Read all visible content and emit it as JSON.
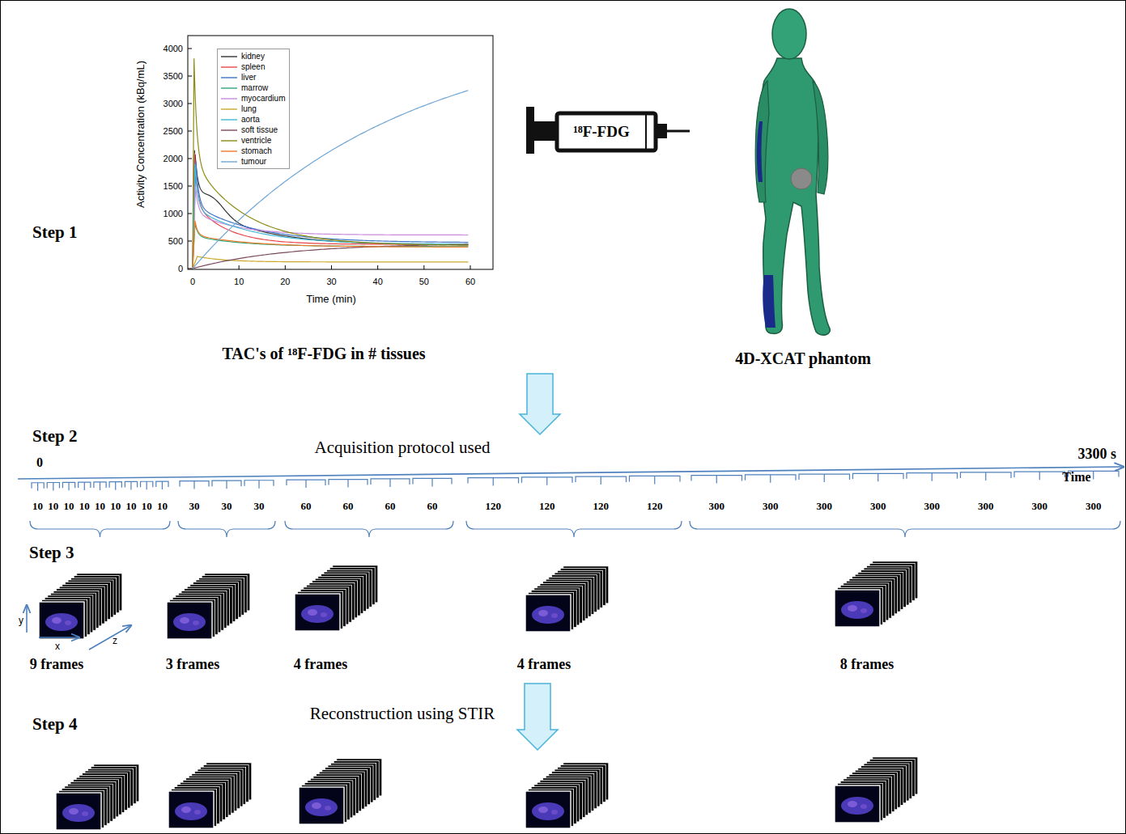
{
  "diagram": {
    "nodes": [
      {
        "text": [
          "¹⁸F-FDG"
        ]
      }
    ],
    "labels": [
      "Step 1",
      "Step 2",
      "Step 3",
      "Step 4",
      "TAC's of ¹⁸F-FDG in # tissues",
      "4D-XCAT phantom",
      "Acquisition protocol used",
      "0",
      "3300 s",
      "Time",
      "10",
      "10",
      "10",
      "10",
      "10",
      "10",
      "10",
      "10",
      "10",
      "30",
      "30",
      "30",
      "60",
      "60",
      "60",
      "60",
      "120",
      "120",
      "120",
      "120",
      "300",
      "300",
      "300",
      "300",
      "300",
      "300",
      "300",
      "300",
      "9 frames",
      "3 frames",
      "4 frames",
      "4 frames",
      "8 frames",
      "y",
      "x",
      "z",
      "Reconstruction using STIR",
      "Activity Concentration (kBq/mL)",
      "Time (min)",
      "0",
      "500",
      "1000",
      "1500",
      "2000",
      "2500",
      "3000",
      "3500",
      "4000",
      "0",
      "10",
      "20",
      "30",
      "40",
      "50",
      "60"
    ],
    "legend": [
      {
        "text": "kidney"
      },
      {
        "text": "spleen"
      },
      {
        "text": "liver"
      },
      {
        "text": "marrow"
      },
      {
        "text": "myocardium"
      },
      {
        "text": "lung"
      },
      {
        "text": "aorta"
      },
      {
        "text": "soft tissue"
      },
      {
        "text": "ventricle"
      },
      {
        "text": "stomach"
      },
      {
        "text": "tumour"
      }
    ]
  }
}
